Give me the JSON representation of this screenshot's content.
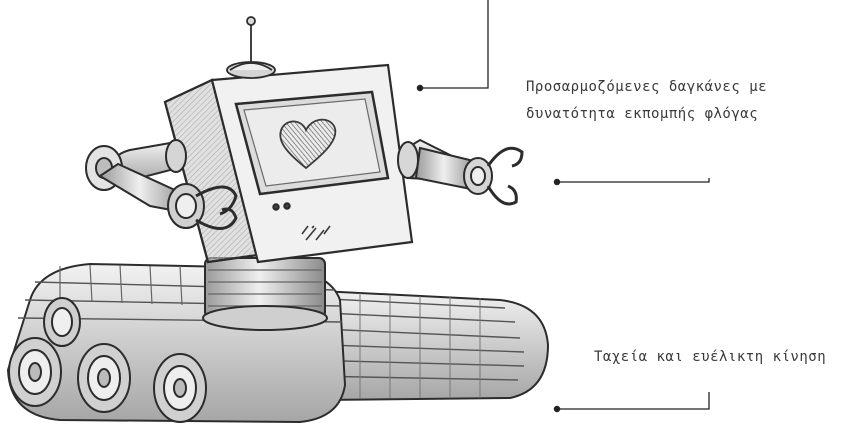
{
  "callouts": [
    {
      "lines": [
        "Προσαρμοζόμενες δαγκάνες με",
        "δυνατότητα εκπομπής φλόγας"
      ]
    },
    {
      "lines": [
        "Ταχεία και ευέλικτη κίνηση"
      ]
    }
  ],
  "screen_icon": "heart-icon",
  "colors": {
    "ink": "#3a3a3a",
    "metal_light": "#eeeeee",
    "metal_mid": "#c9c9c9",
    "metal_dark": "#9a9a9a"
  }
}
